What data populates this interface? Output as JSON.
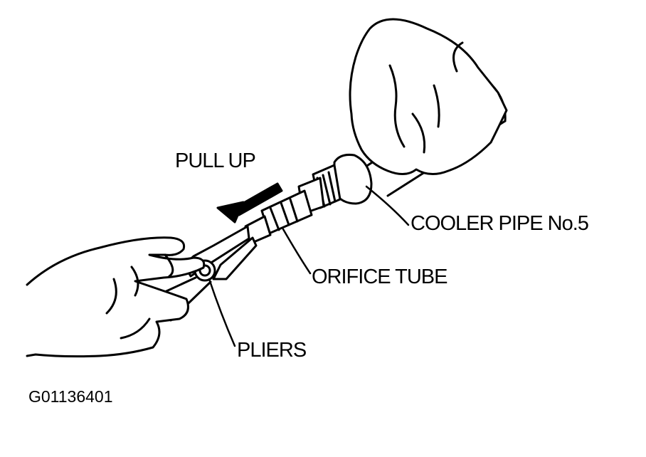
{
  "labels": {
    "pull_up": "PULL UP",
    "cooler_pipe": "COOLER PIPE No.5",
    "orifice_tube": "ORIFICE TUBE",
    "pliers": "PLIERS",
    "figure_code": "G01136401"
  },
  "colors": {
    "ink": "#000000",
    "paper": "#ffffff"
  }
}
